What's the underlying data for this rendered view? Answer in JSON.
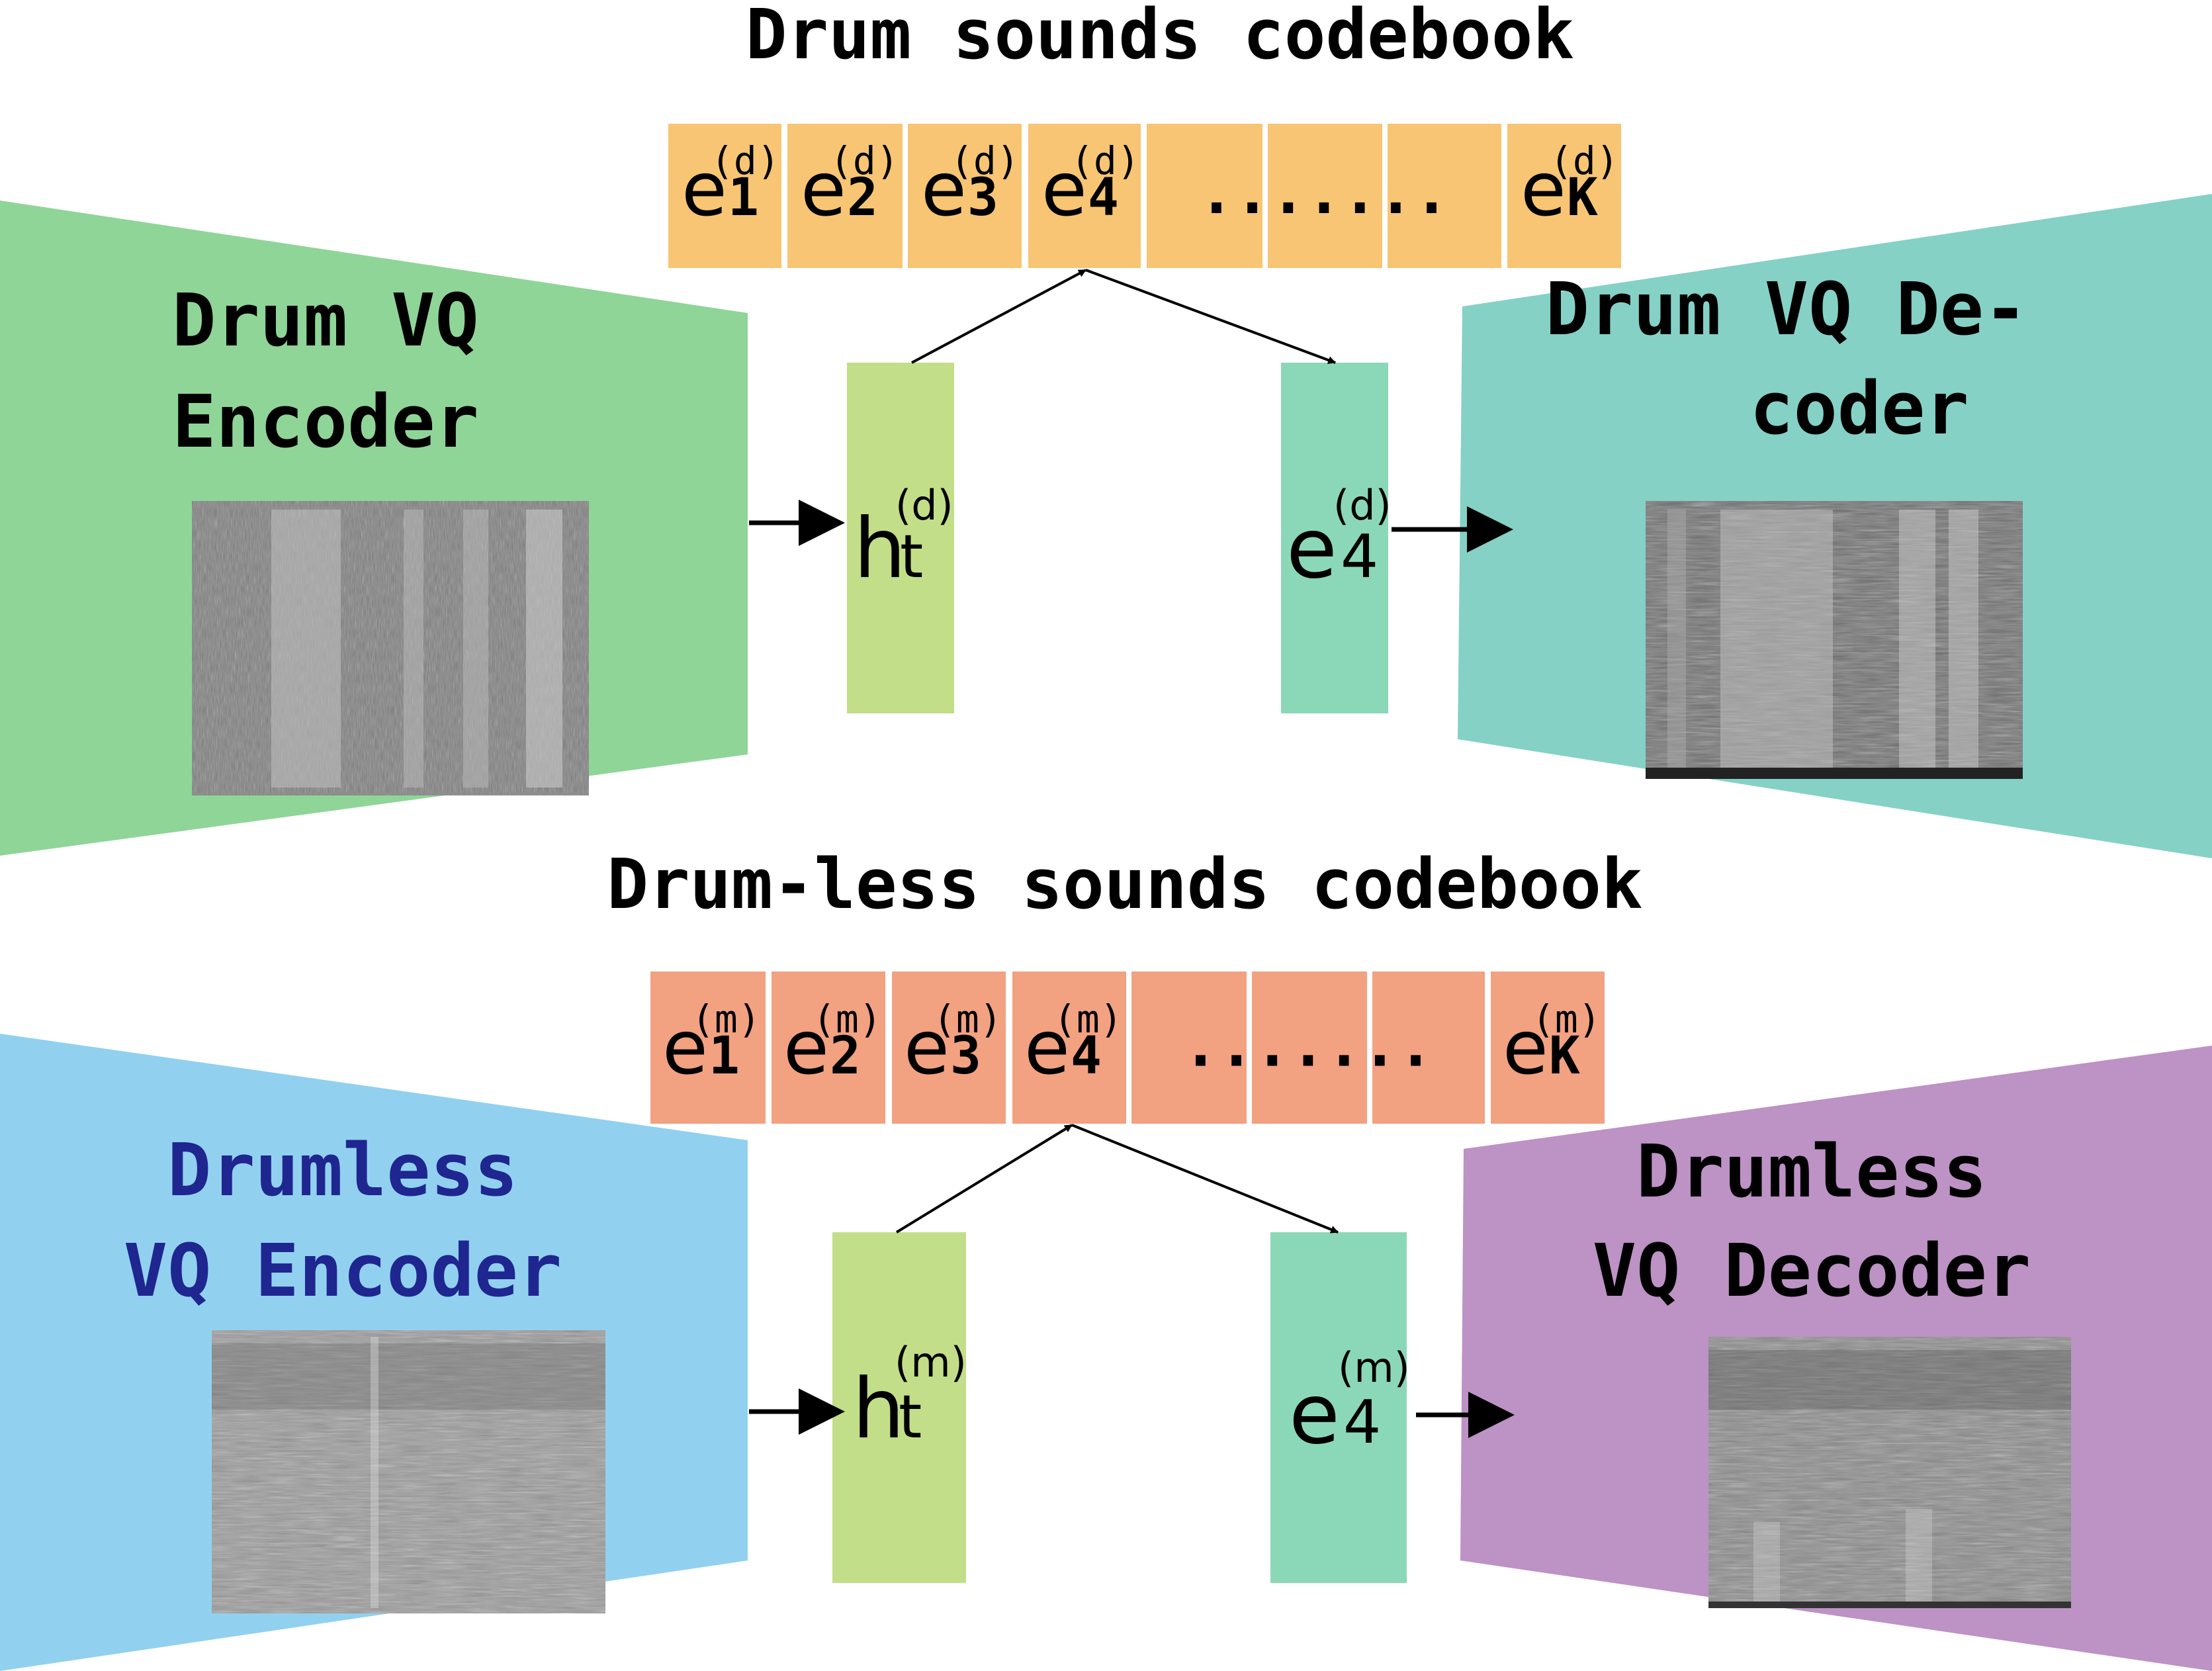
{
  "top": {
    "codebook_title": "Drum sounds codebook",
    "codebook_color": "#f7c573",
    "entries": [
      {
        "base": "e",
        "sub": "1",
        "sup": "(d)"
      },
      {
        "base": "e",
        "sub": "2",
        "sup": "(d)"
      },
      {
        "base": "e",
        "sub": "3",
        "sup": "(d)"
      },
      {
        "base": "e",
        "sub": "4",
        "sup": "(d)"
      },
      {
        "dots": "......."
      },
      {
        "base": "e",
        "sub": "K",
        "sup": "(d)"
      }
    ],
    "encoder": {
      "line1": "Drum VQ",
      "line2": "Encoder",
      "color": "#8fd598",
      "text_color": "#000000"
    },
    "decoder": {
      "line1": "Drum VQ De-",
      "line2": "coder",
      "color": "#85d1c6",
      "text_color": "#000000"
    },
    "h_box": {
      "base": "h",
      "sub": "t",
      "sup": "(d)",
      "color": "#c3de88"
    },
    "e_box": {
      "base": "e",
      "sub": "4",
      "sup": "(d)",
      "color": "#8bd8b8"
    }
  },
  "bottom": {
    "codebook_title": "Drum-less sounds codebook",
    "codebook_color": "#f2a181",
    "entries": [
      {
        "base": "e",
        "sub": "1",
        "sup": "(m)"
      },
      {
        "base": "e",
        "sub": "2",
        "sup": "(m)"
      },
      {
        "base": "e",
        "sub": "3",
        "sup": "(m)"
      },
      {
        "base": "e",
        "sub": "4",
        "sup": "(m)"
      },
      {
        "dots": "......."
      },
      {
        "base": "e",
        "sub": "K",
        "sup": "(m)"
      }
    ],
    "encoder": {
      "line1": "Drumless",
      "line2": "VQ Encoder",
      "color": "#91d1ef",
      "text_color": "#1f2690"
    },
    "decoder": {
      "line1": "Drumless",
      "line2": "VQ Decoder",
      "color": "#bd92c5",
      "text_color": "#000000"
    },
    "h_box": {
      "base": "h",
      "sub": "t",
      "sup": "(m)",
      "color": "#c3de88"
    },
    "e_box": {
      "base": "e",
      "sub": "4",
      "sup": "(m)",
      "color": "#8bd8b8"
    }
  }
}
